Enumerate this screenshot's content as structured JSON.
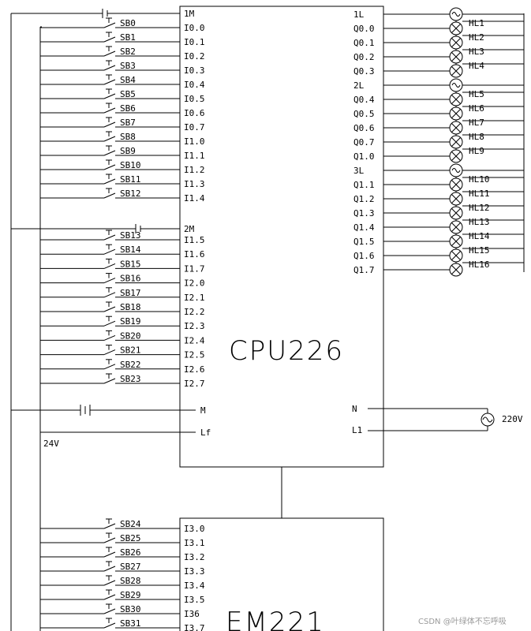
{
  "cpu": {
    "name": "CPU226",
    "input_common_1": "1M",
    "input_common_2": "2M",
    "group1_inputs": [
      "I0.0",
      "I0.1",
      "I0.2",
      "I0.3",
      "I0.4",
      "I0.5",
      "I0.6",
      "I0.7",
      "I1.0",
      "I1.1",
      "I1.2",
      "I1.3",
      "I1.4"
    ],
    "group2_inputs": [
      "I1.5",
      "I1.6",
      "I1.7",
      "I2.0",
      "I2.1",
      "I2.2",
      "I2.3",
      "I2.4",
      "I2.5",
      "I2.6",
      "I2.7"
    ],
    "group1_switches": [
      "SB0",
      "SB1",
      "SB2",
      "SB3",
      "SB4",
      "SB5",
      "SB6",
      "SB7",
      "SB8",
      "SB9",
      "SB10",
      "SB11",
      "SB12"
    ],
    "group2_switches": [
      "SB13",
      "SB14",
      "SB15",
      "SB16",
      "SB17",
      "SB18",
      "SB19",
      "SB20",
      "SB21",
      "SB22",
      "SB23"
    ],
    "output_groups": [
      {
        "common": "1L",
        "outputs": [
          "Q0.0",
          "Q0.1",
          "Q0.2",
          "Q0.3"
        ],
        "lamps": [
          "HL1",
          "HL2",
          "HL3",
          "HL4"
        ]
      },
      {
        "common": "2L",
        "outputs": [
          "Q0.4",
          "Q0.5",
          "Q0.6",
          "Q0.7",
          "Q1.0"
        ],
        "lamps": [
          "HL5",
          "HL6",
          "HL7",
          "HL8",
          "HL9"
        ]
      },
      {
        "common": "3L",
        "outputs": [
          "Q1.1",
          "Q1.2",
          "Q1.3",
          "Q1.4",
          "Q1.5",
          "Q1.6",
          "Q1.7"
        ],
        "lamps": [
          "HL10",
          "HL11",
          "HL12",
          "HL13",
          "HL14",
          "HL15",
          "HL16"
        ]
      }
    ],
    "power_m": "M",
    "power_lf": "Lf",
    "dc_label": "24V",
    "power_n": "N",
    "power_l1": "L1",
    "ac_label": "220V"
  },
  "em": {
    "name": "EM221",
    "inputs": [
      "I3.0",
      "I3.1",
      "I3.2",
      "I3.3",
      "I3.4",
      "I3.5",
      "I36",
      "I3.7"
    ],
    "switches": [
      "SB24",
      "SB25",
      "SB26",
      "SB27",
      "SB28",
      "SB29",
      "SB30",
      "SB31"
    ]
  },
  "watermark": "CSDN @叶绿体不忘呼吸"
}
